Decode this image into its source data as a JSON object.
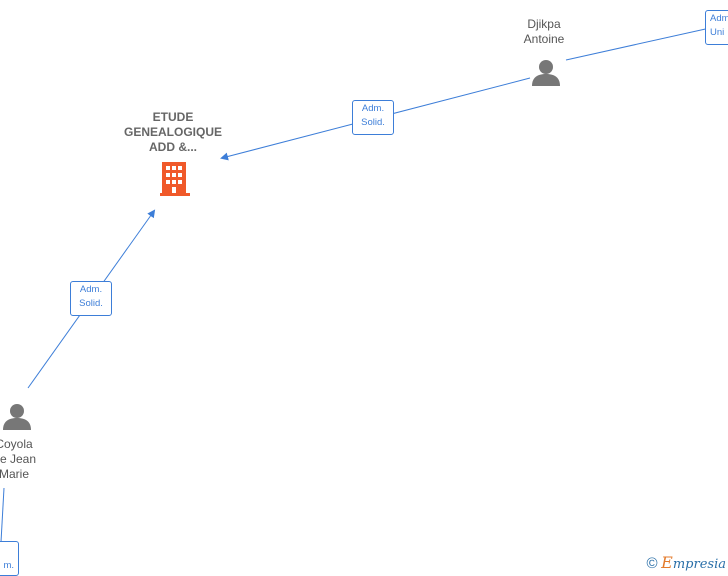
{
  "nodes": {
    "company": {
      "line1": "ETUDE",
      "line2": "GENEALOGIQUE",
      "line3": "ADD &...",
      "icon": "building-icon",
      "color": "#f0592a"
    },
    "djikpa": {
      "line1": "Djikpa",
      "line2": "Antoine",
      "icon": "person-icon"
    },
    "coyola": {
      "line1": "Coyola",
      "line2": "rre Jean",
      "line3": "Marie",
      "icon": "person-icon"
    },
    "topright": {
      "line1": "Adm",
      "line2": "Uni"
    }
  },
  "edges": {
    "e1": {
      "line1": "Adm.",
      "line2": "Solid."
    },
    "e2": {
      "line1": "Adm.",
      "line2": "Solid."
    },
    "e3": {
      "line1": "m."
    }
  },
  "colors": {
    "edge": "#3d7ed8",
    "person": "#777777"
  },
  "watermark": {
    "symbol": "©",
    "brand_first": "E",
    "brand_rest": "mpresia"
  }
}
